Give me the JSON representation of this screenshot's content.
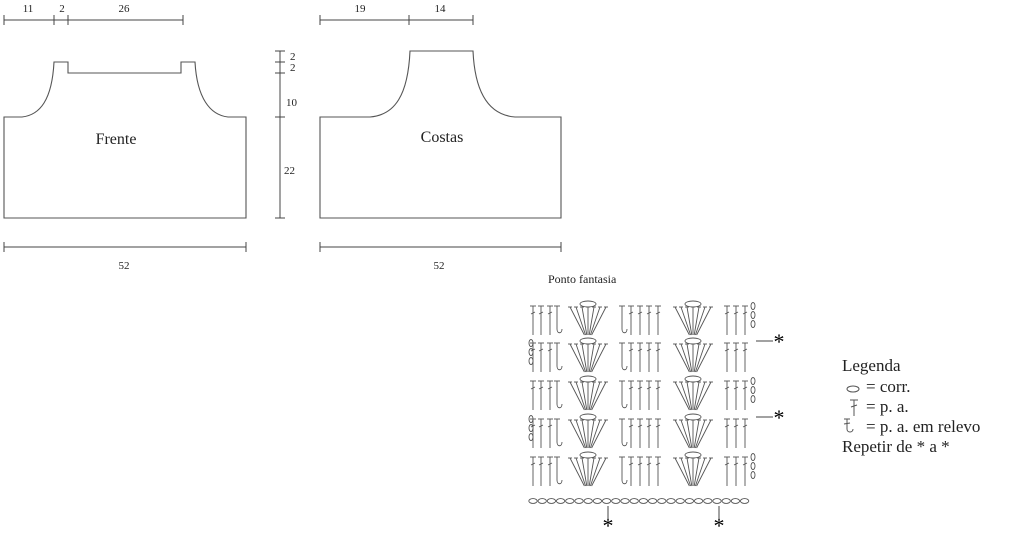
{
  "pieces": {
    "front_label": "Frente",
    "back_label": "Costas"
  },
  "dimensions": {
    "front_top": [
      "11",
      "2",
      "26"
    ],
    "back_top": [
      "19",
      "14"
    ],
    "side_heights": [
      "2",
      "2",
      "10",
      "22"
    ],
    "front_width": "52",
    "back_width": "52"
  },
  "chart": {
    "title": "Ponto fantasia",
    "row_marker": "*",
    "stitch_marker": "*"
  },
  "legend": {
    "title": "Legenda",
    "items": [
      {
        "icon": "chain-oval-icon",
        "text": "= corr."
      },
      {
        "icon": "double-crochet-icon",
        "text": "= p. a."
      },
      {
        "icon": "relief-double-crochet-icon",
        "text": "= p. a. em relevo"
      }
    ],
    "repeat": "Repetir de * a *"
  }
}
